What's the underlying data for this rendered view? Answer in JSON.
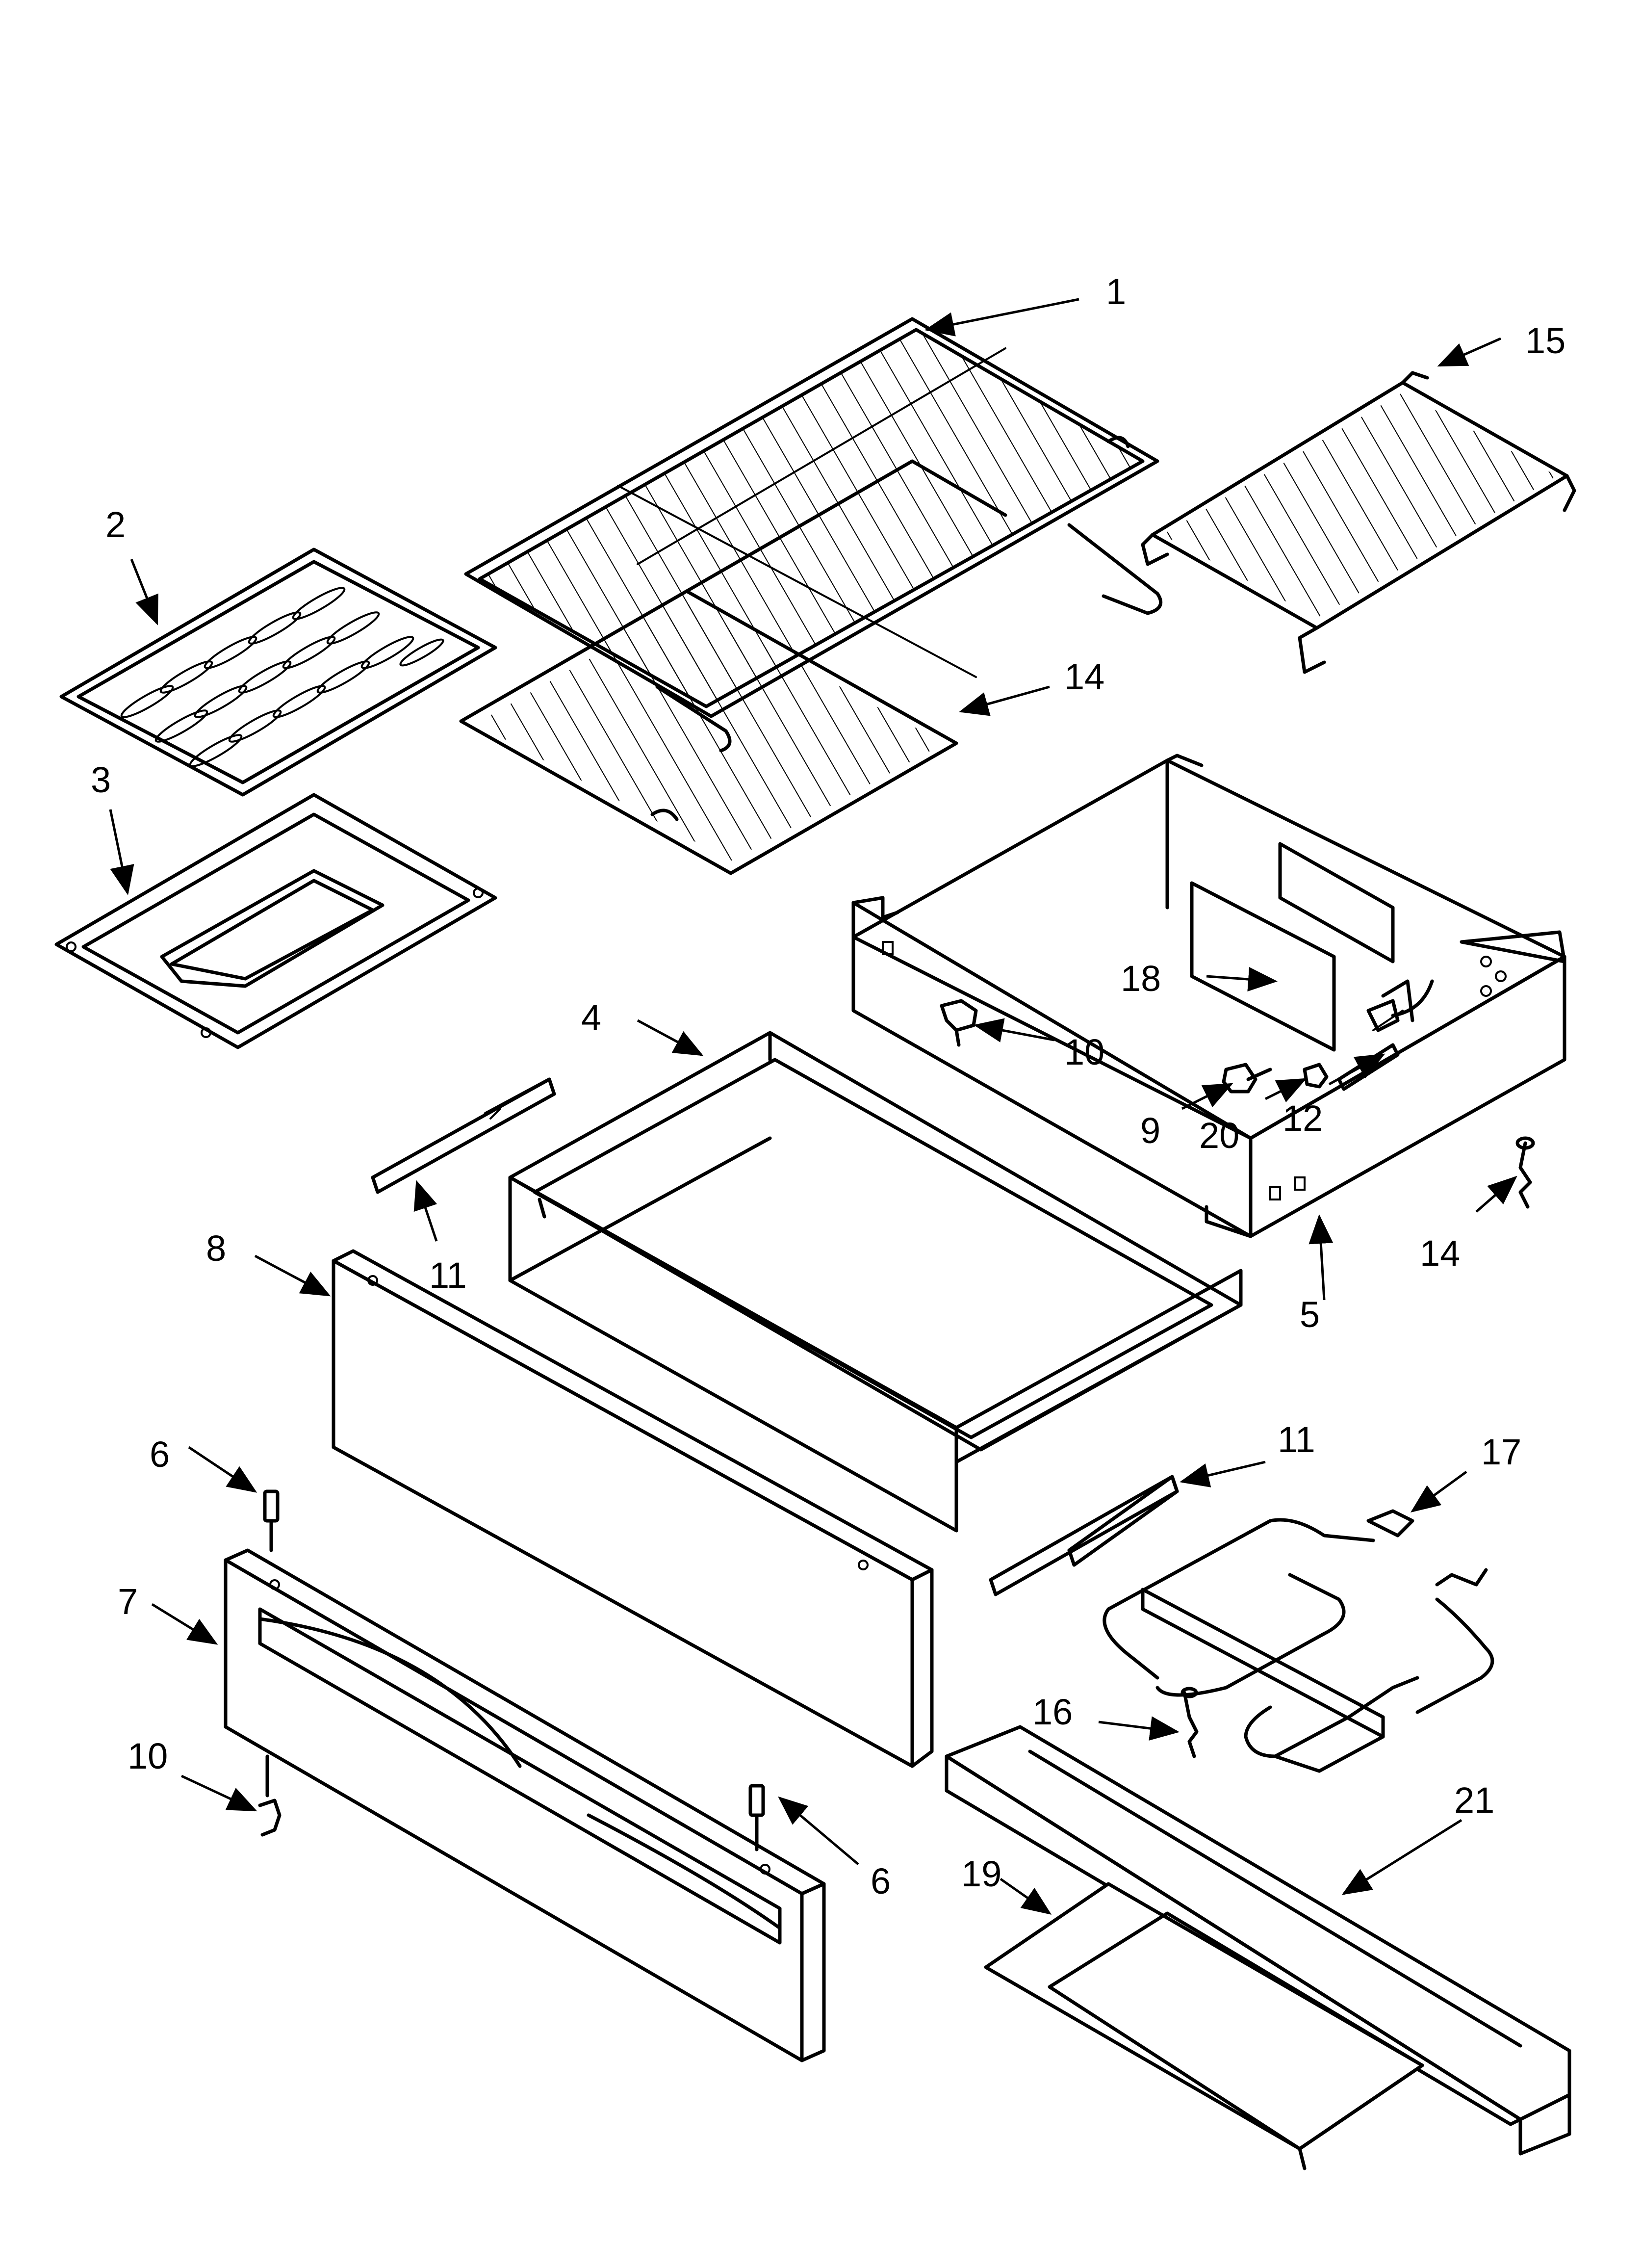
{
  "diagram": {
    "callouts": [
      {
        "id": "c1",
        "label": "1"
      },
      {
        "id": "c15",
        "label": "15"
      },
      {
        "id": "c2",
        "label": "2"
      },
      {
        "id": "c14a",
        "label": "14"
      },
      {
        "id": "c3",
        "label": "3"
      },
      {
        "id": "c18",
        "label": "18"
      },
      {
        "id": "c4",
        "label": "4"
      },
      {
        "id": "c10a",
        "label": "10"
      },
      {
        "id": "c9",
        "label": "9"
      },
      {
        "id": "c20",
        "label": "20"
      },
      {
        "id": "c12",
        "label": "12"
      },
      {
        "id": "c11a",
        "label": "11"
      },
      {
        "id": "c8",
        "label": "8"
      },
      {
        "id": "c14b",
        "label": "14"
      },
      {
        "id": "c5",
        "label": "5"
      },
      {
        "id": "c11b",
        "label": "11"
      },
      {
        "id": "c17",
        "label": "17"
      },
      {
        "id": "c6a",
        "label": "6"
      },
      {
        "id": "c7",
        "label": "7"
      },
      {
        "id": "c16",
        "label": "16"
      },
      {
        "id": "c10b",
        "label": "10"
      },
      {
        "id": "c21",
        "label": "21"
      },
      {
        "id": "c6b",
        "label": "6"
      },
      {
        "id": "c19",
        "label": "19"
      }
    ]
  }
}
